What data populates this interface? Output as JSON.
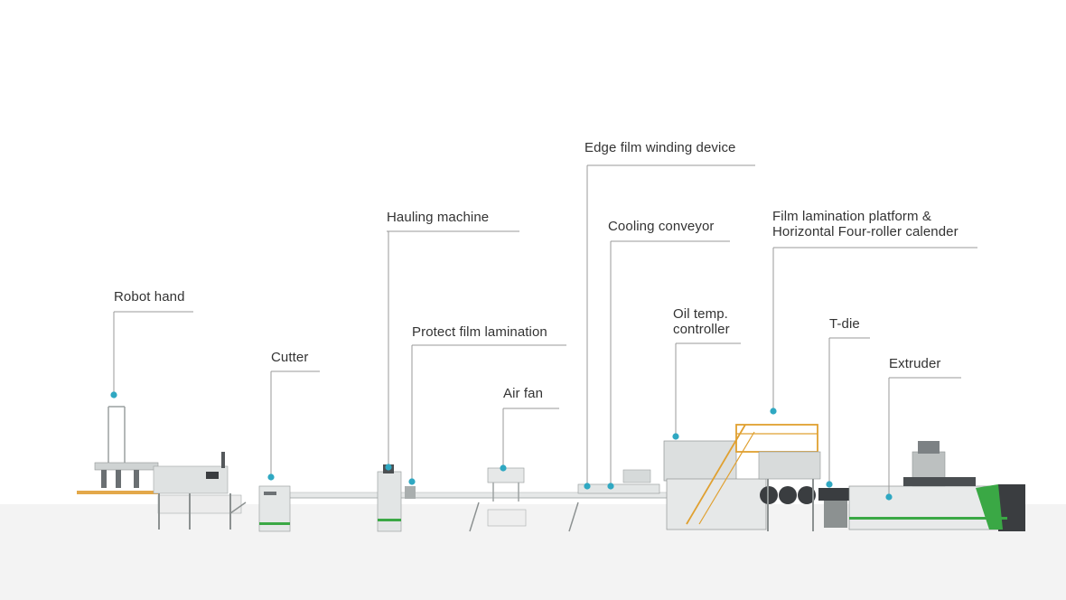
{
  "colors": {
    "accent": "#2fa8c2",
    "leader": "#999999",
    "machine_body": "#d9dcdc",
    "machine_dark": "#3a3d40",
    "brand_green": "#3aa845",
    "frame_orange": "#e0a030"
  },
  "callouts": [
    {
      "id": "robot-hand",
      "lines": [
        "Robot hand"
      ]
    },
    {
      "id": "cutter",
      "lines": [
        "Cutter"
      ]
    },
    {
      "id": "hauling-machine",
      "lines": [
        "Hauling machine"
      ]
    },
    {
      "id": "protect-film-lamination",
      "lines": [
        "Protect film lamination"
      ]
    },
    {
      "id": "air-fan",
      "lines": [
        "Air fan"
      ]
    },
    {
      "id": "edge-film-winding-device",
      "lines": [
        "Edge film winding device"
      ]
    },
    {
      "id": "cooling-conveyor",
      "lines": [
        "Cooling conveyor"
      ]
    },
    {
      "id": "oil-temp-controller",
      "lines": [
        "Oil temp.",
        "controller"
      ]
    },
    {
      "id": "film-lamination-platform",
      "lines": [
        "Film lamination platform &",
        "Horizontal Four-roller calender"
      ]
    },
    {
      "id": "t-die",
      "lines": [
        "T-die"
      ]
    },
    {
      "id": "extruder",
      "lines": [
        "Extruder"
      ]
    }
  ]
}
